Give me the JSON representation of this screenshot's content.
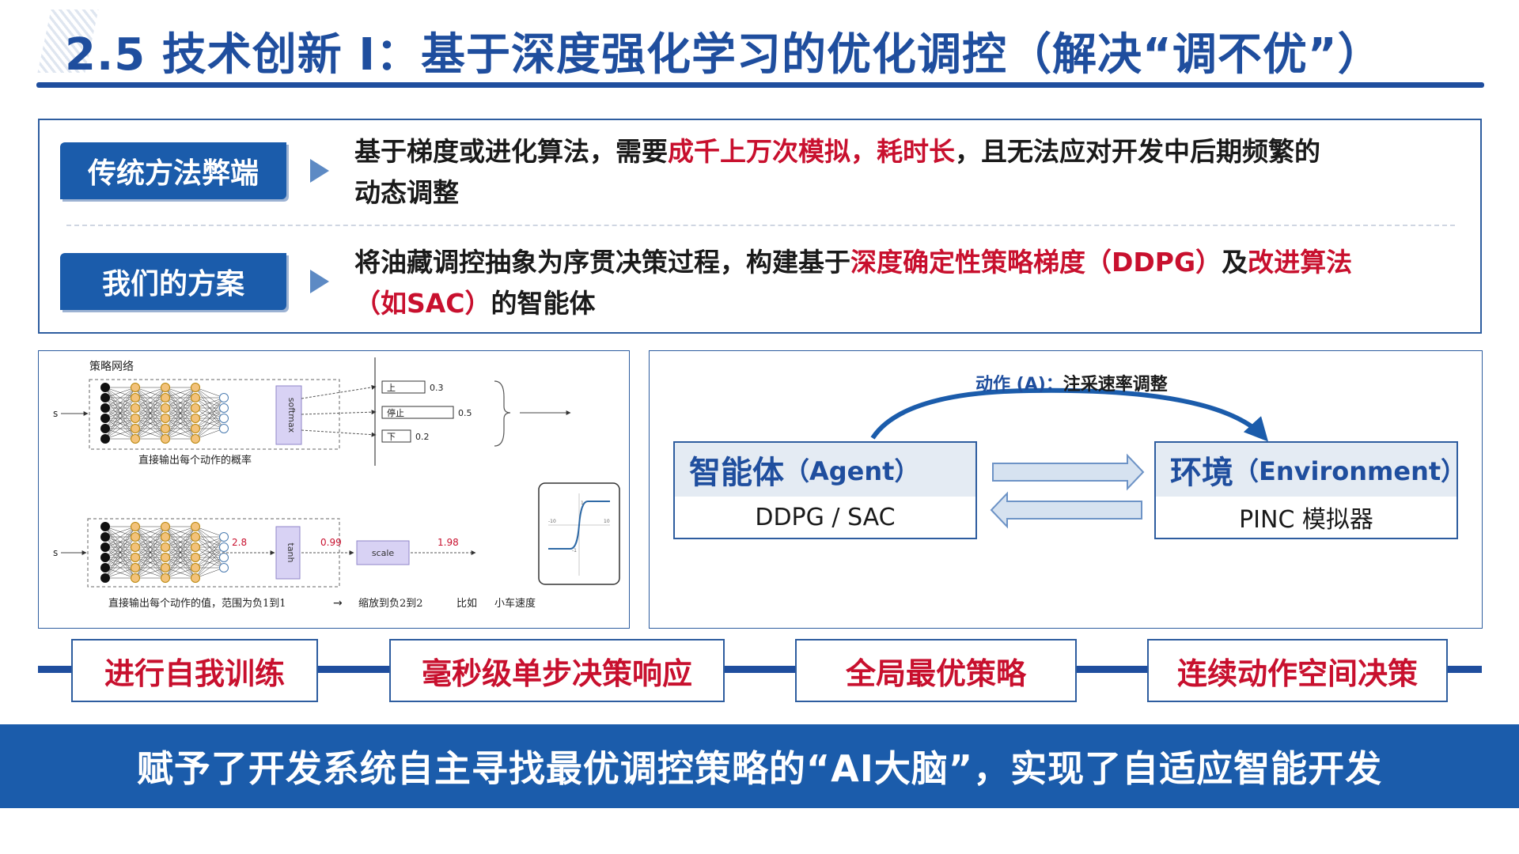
{
  "header": {
    "title": "2.5 技术创新 I：基于深度强化学习的优化调控（解决“调不优”）"
  },
  "rows": [
    {
      "tag": "传统方法弊端",
      "line1_pre": "基于梯度或进化算法，需要",
      "line1_red": "成千上万次模拟，耗时长",
      "line1_post": "，且无法应对开发中后期频繁的",
      "line2": "动态调整"
    },
    {
      "tag": "我们的方案",
      "line1_pre": "将油藏调控抽象为序贯决策过程，构建基于",
      "line1_red": "深度确定性策略梯度（DDPG）",
      "line1_mid": "及",
      "line1_red2": "改进算法",
      "line2_red": "（如SAC）",
      "line2_post": "的智能体"
    }
  ],
  "rl_diagram": {
    "policy_title": "策略网络",
    "input_s": "s",
    "softmax": "softmax",
    "actions": [
      {
        "label": "上",
        "prob": "0.3"
      },
      {
        "label": "停止",
        "prob": "0.5"
      },
      {
        "label": "下",
        "prob": "0.2"
      }
    ],
    "caption1": "直接输出每个动作的概率",
    "tanh": "tanh",
    "val_raw": "2.8",
    "val_tanh": "0.99",
    "scale": "scale",
    "val_scaled": "1.98",
    "caption2_a": "直接输出每个动作的值，范围为负1到1",
    "caption2_b": "缩放到负2到2",
    "caption2_c": "比如",
    "caption2_d": "小车速度",
    "tanh_plot": {
      "xmin": "-10",
      "xmax": "10",
      "ymax": "1",
      "ymin": "-1"
    }
  },
  "flow": {
    "action_prefix": "动作 (A)：",
    "action_text": "注采速率调整",
    "agent_title": "智能体",
    "agent_en": "（Agent）",
    "agent_sub": "DDPG / SAC",
    "env_title": "环境",
    "env_en": "（Environment）",
    "env_sub": "PINC 模拟器"
  },
  "features": [
    "进行自我训练",
    "毫秒级单步决策响应",
    "全局最优策略",
    "连续动作空间决策"
  ],
  "banner": "赋予了开发系统自主寻找最优调控策略的“AI大脑”，实现了自适应智能开发",
  "colors": {
    "primary": "#1f4e9e",
    "banner": "#1b5cab",
    "accent_red": "#c8102e"
  }
}
